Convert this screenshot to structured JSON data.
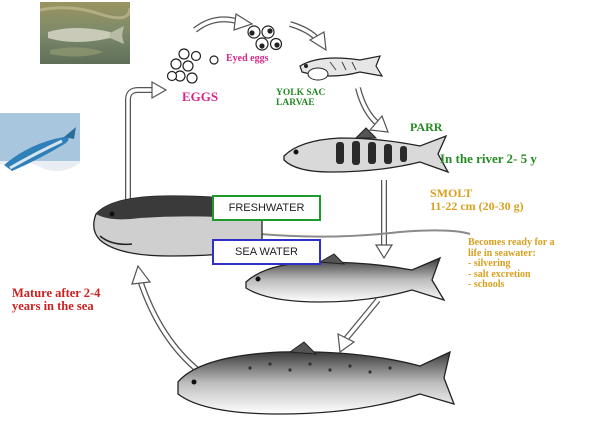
{
  "labels": {
    "eyed_eggs": "Eyed eggs",
    "eggs": "EGGS",
    "yolk_sac_larvae": [
      "YOLK SAC",
      "LARVAE"
    ],
    "parr": "PARR",
    "river_duration": "In the river 2- 5 y",
    "smolt": [
      "SMOLT",
      "11-22 cm (20-30 g)"
    ],
    "seawater_ready": [
      "Becomes ready for a",
      "life in seawater:",
      "- silvering",
      "- salt excretion",
      "- schools"
    ],
    "mature": [
      "Mature after 2-4",
      "years in the sea"
    ],
    "freshwater": "FRESHWATER",
    "sea_water": "SEA WATER"
  },
  "colors": {
    "magenta": "#d6268a",
    "green": "#248a24",
    "orange": "#d8a020",
    "red": "#cc2020",
    "freshwater_box": "#1e9a2a",
    "seawater_box": "#3030c8"
  }
}
